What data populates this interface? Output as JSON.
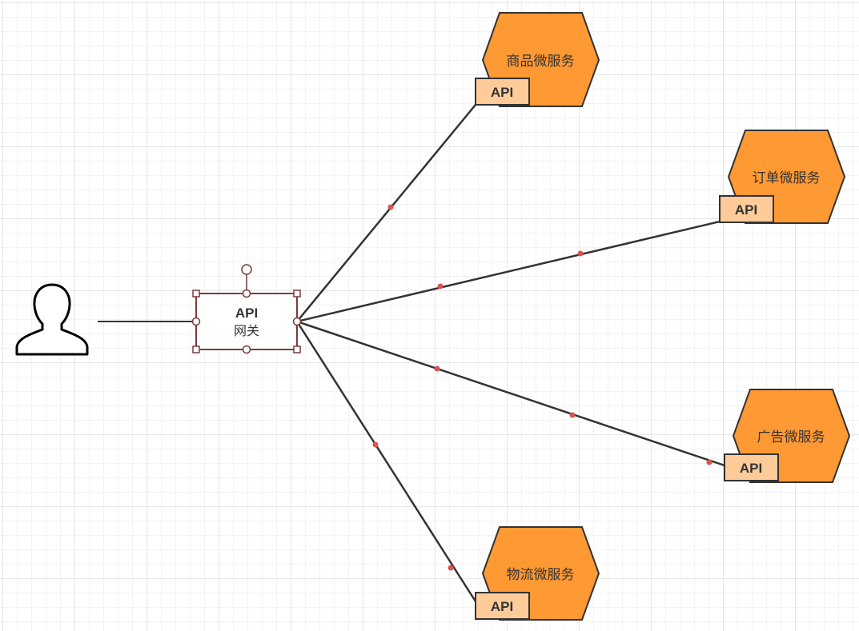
{
  "diagram": {
    "gateway": {
      "title": "API",
      "subtitle": "网关"
    },
    "user": {
      "icon": "user-icon"
    },
    "services": [
      {
        "name": "商品微服务",
        "api_label": "API"
      },
      {
        "name": "订单微服务",
        "api_label": "API"
      },
      {
        "name": "广告微服务",
        "api_label": "API"
      },
      {
        "name": "物流微服务",
        "api_label": "API"
      }
    ],
    "colors": {
      "service_fill": "#FF9933",
      "api_fill": "#FFCC99",
      "stroke": "#333333",
      "selection": "#7B3B3B",
      "waypoint": "#D9534F"
    }
  }
}
